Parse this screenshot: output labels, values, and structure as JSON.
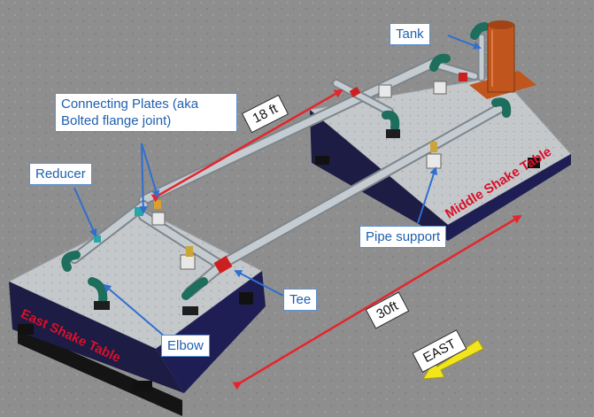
{
  "labels": {
    "tank": "Tank",
    "connecting_plates_line1": "Connecting Plates (aka",
    "connecting_plates_line2": "Bolted flange joint)",
    "reducer": "Reducer",
    "pipe_support": "Pipe support",
    "tee": "Tee",
    "elbow": "Elbow"
  },
  "dimensions": {
    "length_18": "18 ft",
    "length_30": "30ft"
  },
  "tables": {
    "east": "East Shake Table",
    "middle": "Middle Shake Table"
  },
  "direction": {
    "label": "EAST"
  },
  "colors": {
    "floor": "#8c8c8c",
    "table_top": "#c6c9cc",
    "table_side": "#1c1c44",
    "pipe": "#c4ccd2",
    "elbow": "#1d6e5c",
    "tee": "#cc1f1f",
    "tank": "#c0561e",
    "dimension_arrow": "#e3262c",
    "callout": "#1f5fb0",
    "east_arrow": "#f2e51b"
  }
}
